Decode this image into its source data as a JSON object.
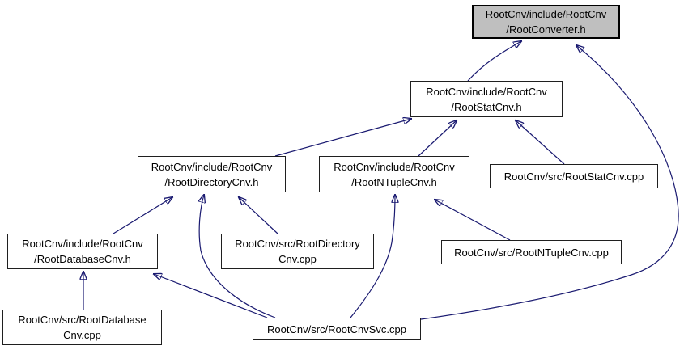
{
  "diagram": {
    "type": "include-dependency-graph",
    "background": "#ffffff",
    "edge_color": "#191970",
    "node_border_color": "#000000",
    "highlighted_node_fill": "#bfbfbf",
    "nodes": [
      {
        "id": "RootConverter.h",
        "label": "RootCnv/include/RootCnv\n/RootConverter.h",
        "highlighted": true
      },
      {
        "id": "RootStatCnv.h",
        "label": "RootCnv/include/RootCnv\n/RootStatCnv.h",
        "highlighted": false
      },
      {
        "id": "RootDirectoryCnv.h",
        "label": "RootCnv/include/RootCnv\n/RootDirectoryCnv.h",
        "highlighted": false
      },
      {
        "id": "RootNTupleCnv.h",
        "label": "RootCnv/include/RootCnv\n/RootNTupleCnv.h",
        "highlighted": false
      },
      {
        "id": "RootStatCnv.cpp",
        "label": "RootCnv/src/RootStatCnv.cpp",
        "highlighted": false
      },
      {
        "id": "RootDatabaseCnv.h",
        "label": "RootCnv/include/RootCnv\n/RootDatabaseCnv.h",
        "highlighted": false
      },
      {
        "id": "RootDirectoryCnv.cpp",
        "label": "RootCnv/src/RootDirectory\nCnv.cpp",
        "highlighted": false
      },
      {
        "id": "RootNTupleCnv.cpp",
        "label": "RootCnv/src/RootNTupleCnv.cpp",
        "highlighted": false
      },
      {
        "id": "RootDatabaseCnv.cpp",
        "label": "RootCnv/src/RootDatabase\nCnv.cpp",
        "highlighted": false
      },
      {
        "id": "RootCnvSvc.cpp",
        "label": "RootCnv/src/RootCnvSvc.cpp",
        "highlighted": false
      }
    ],
    "edges": [
      {
        "from": "RootStatCnv.h",
        "to": "RootConverter.h"
      },
      {
        "from": "RootCnvSvc.cpp",
        "to": "RootConverter.h"
      },
      {
        "from": "RootDirectoryCnv.h",
        "to": "RootStatCnv.h"
      },
      {
        "from": "RootNTupleCnv.h",
        "to": "RootStatCnv.h"
      },
      {
        "from": "RootStatCnv.cpp",
        "to": "RootStatCnv.h"
      },
      {
        "from": "RootDatabaseCnv.h",
        "to": "RootDirectoryCnv.h"
      },
      {
        "from": "RootCnvSvc.cpp",
        "to": "RootDirectoryCnv.h"
      },
      {
        "from": "RootDirectoryCnv.cpp",
        "to": "RootDirectoryCnv.h"
      },
      {
        "from": "RootCnvSvc.cpp",
        "to": "RootNTupleCnv.h"
      },
      {
        "from": "RootNTupleCnv.cpp",
        "to": "RootNTupleCnv.h"
      },
      {
        "from": "RootDatabaseCnv.cpp",
        "to": "RootDatabaseCnv.h"
      },
      {
        "from": "RootCnvSvc.cpp",
        "to": "RootDatabaseCnv.h"
      }
    ]
  }
}
